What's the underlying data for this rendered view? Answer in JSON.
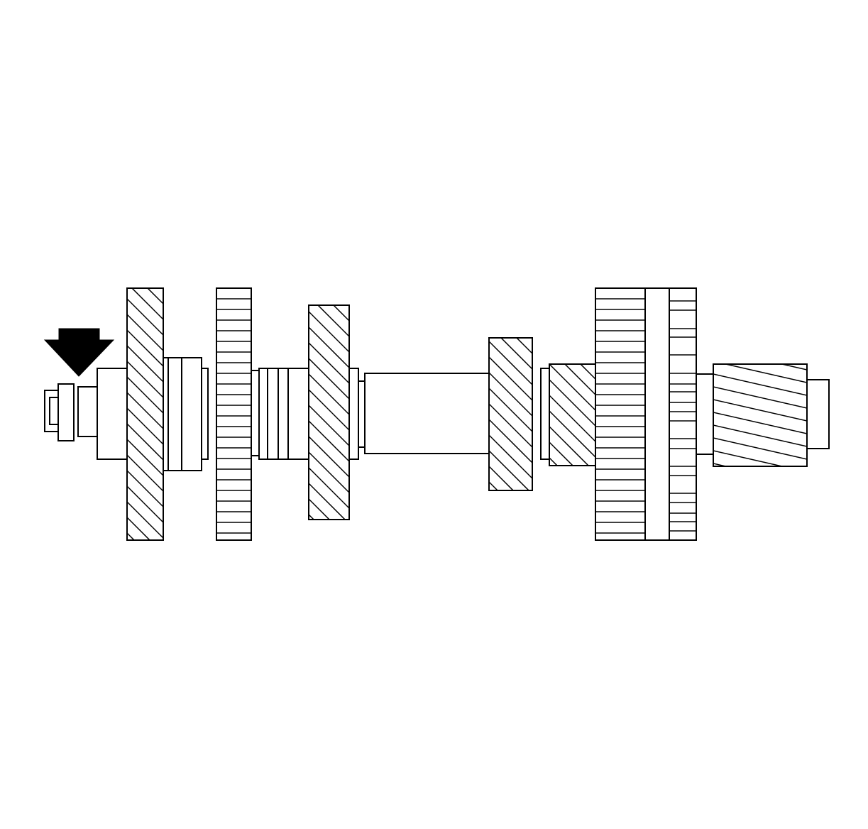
{
  "diagram": {
    "background_color": "#ffffff",
    "line_color": "#000000",
    "pointer": {
      "icon": "arrow-down-icon",
      "color": "#000000"
    },
    "parts": [
      {
        "name": "end-nut",
        "pattern": "plain"
      },
      {
        "name": "washer",
        "pattern": "plain"
      },
      {
        "name": "spacer",
        "pattern": "plain"
      },
      {
        "name": "shaft-end-section",
        "pattern": "plain"
      },
      {
        "name": "gear-1",
        "pattern": "diagonal"
      },
      {
        "name": "synchronizer-hub-1",
        "pattern": "vertical-bands"
      },
      {
        "name": "gear-2",
        "pattern": "spur-horizontal"
      },
      {
        "name": "bearing-1",
        "pattern": "vertical-bands"
      },
      {
        "name": "gear-3",
        "pattern": "diagonal"
      },
      {
        "name": "shaft-center-section",
        "pattern": "plain"
      },
      {
        "name": "gear-4",
        "pattern": "diagonal"
      },
      {
        "name": "gear-5",
        "pattern": "diagonal"
      },
      {
        "name": "gear-6",
        "pattern": "spur-horizontal"
      },
      {
        "name": "gear-7",
        "pattern": "spur-horizontal"
      },
      {
        "name": "input-pinion",
        "pattern": "helical"
      },
      {
        "name": "shaft-stub",
        "pattern": "plain"
      }
    ]
  }
}
